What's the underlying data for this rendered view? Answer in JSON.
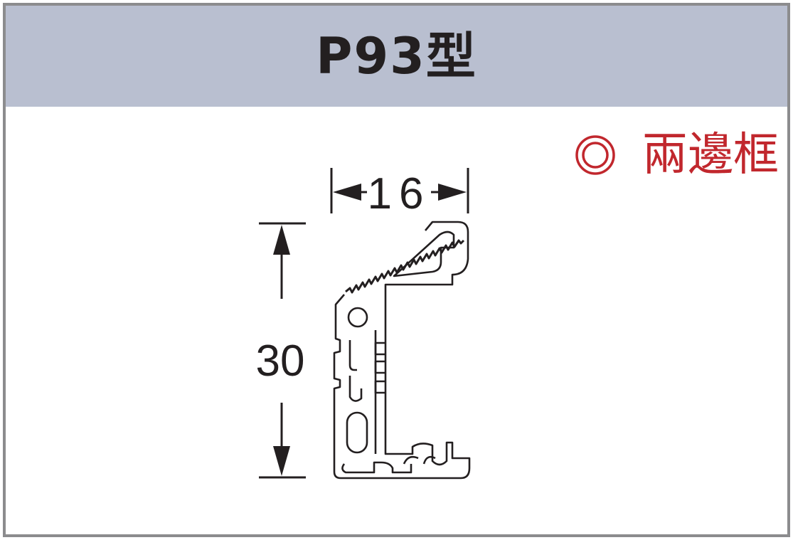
{
  "profile": {
    "model": "P93型",
    "type_label": "兩邊框",
    "width_dimension": "16",
    "height_dimension": "30"
  },
  "colors": {
    "header_background": "#b9bfd0",
    "frame_border": "#8c8c8e",
    "title_text": "#231f20",
    "tag_red": "#c1272d",
    "drawing_line": "#231f20"
  },
  "icons": {
    "type_marker": "double-circle-icon",
    "dimension_arrows": "arrow-icon"
  }
}
